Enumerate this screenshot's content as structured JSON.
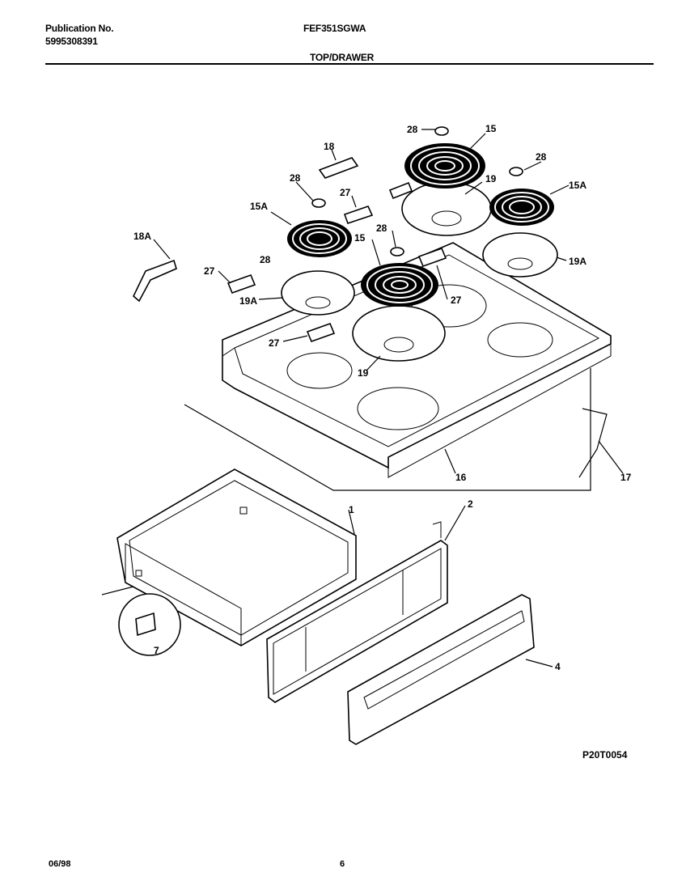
{
  "header": {
    "publication_label": "Publication No.",
    "publication_number": "5995308391",
    "model": "FEF351SGWA",
    "section": "TOP/DRAWER"
  },
  "diagram": {
    "callouts": [
      {
        "id": "c1",
        "text": "28"
      },
      {
        "id": "c2",
        "text": "15"
      },
      {
        "id": "c3",
        "text": "18"
      },
      {
        "id": "c4",
        "text": "28"
      },
      {
        "id": "c5",
        "text": "19"
      },
      {
        "id": "c6",
        "text": "28"
      },
      {
        "id": "c7",
        "text": "15A"
      },
      {
        "id": "c8",
        "text": "28"
      },
      {
        "id": "c9",
        "text": "27"
      },
      {
        "id": "c10",
        "text": "15A"
      },
      {
        "id": "c11",
        "text": "18A"
      },
      {
        "id": "c12",
        "text": "28"
      },
      {
        "id": "c13",
        "text": "15"
      },
      {
        "id": "c14",
        "text": "19A"
      },
      {
        "id": "c15",
        "text": "27"
      },
      {
        "id": "c16",
        "text": "27"
      },
      {
        "id": "c17",
        "text": "19A"
      },
      {
        "id": "c18",
        "text": "27"
      },
      {
        "id": "c19",
        "text": "19"
      },
      {
        "id": "c20",
        "text": "16"
      },
      {
        "id": "c21",
        "text": "17"
      },
      {
        "id": "c22",
        "text": "1"
      },
      {
        "id": "c23",
        "text": "2"
      },
      {
        "id": "c24",
        "text": "4"
      },
      {
        "id": "c25",
        "text": "7"
      }
    ]
  },
  "footer": {
    "reference_code": "P20T0054",
    "date": "06/98",
    "page": "6"
  }
}
